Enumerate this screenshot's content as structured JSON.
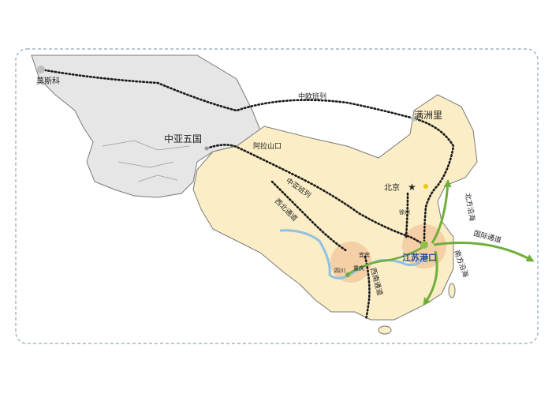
{
  "places": {
    "moscow": "莫斯科",
    "central_asia": "中亚五国",
    "alashankou": "阿拉山口",
    "manzhouli": "满洲里",
    "beijing": "北京",
    "xuzhou": "徐州",
    "jiangsu_port": "江苏港口",
    "chongqing": "重庆",
    "sichuan": "四川",
    "yibin": "宜宾"
  },
  "routes": {
    "china_europe_north": "中欧班列",
    "china_europe_west": "中亚班列",
    "northwest_channel": "西北通道",
    "southwest_channel": "西南通道",
    "north_coastal": "北方沿海",
    "south_coastal": "南方沿海",
    "international": "国际通道"
  },
  "colors": {
    "frame": "#8fa4bf",
    "russia_fill": "#e6e6e6",
    "china_fill": "#fbedc6",
    "border": "#7a7a7a",
    "rail": "#1a1a1a",
    "green_route": "#6fae3a",
    "river": "#8fc1e3",
    "highlight": "#f3c9a0",
    "star": "#e0262d",
    "port_dot": "#8fc04a"
  }
}
